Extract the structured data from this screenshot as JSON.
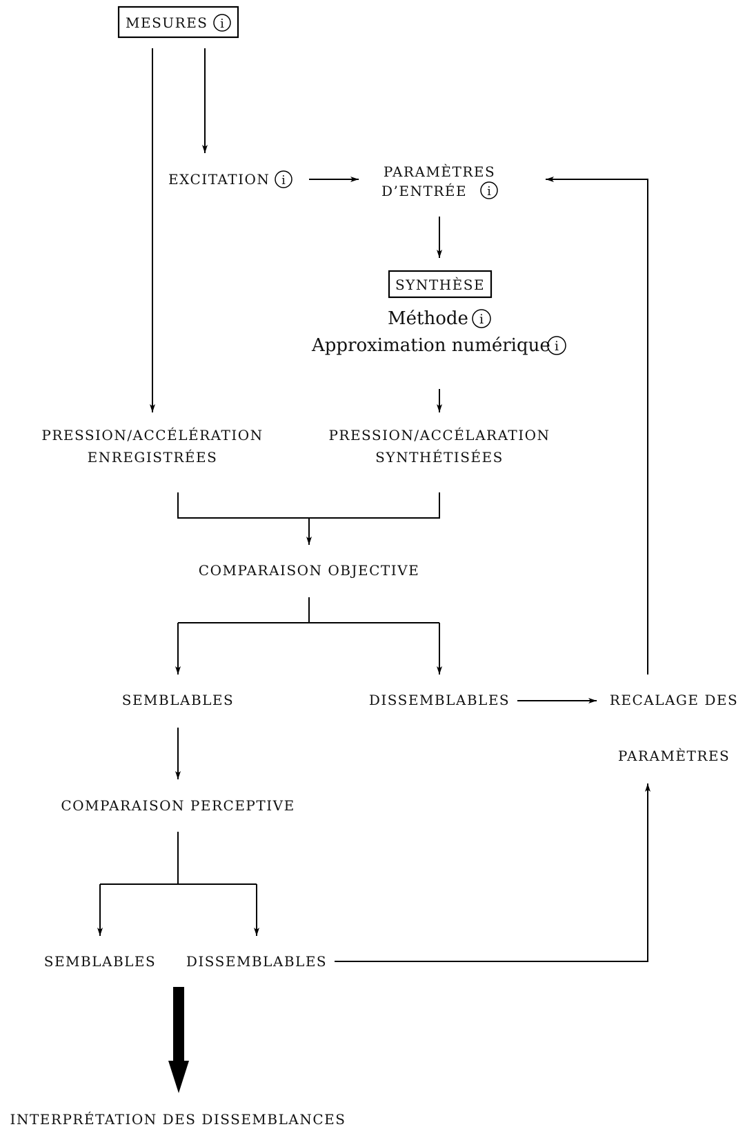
{
  "diagram": {
    "mesures": "MESURES",
    "excitation": "EXCITATION",
    "parametres_entree_line1": "PARAMÈTRES",
    "parametres_entree_line2": "D’ENTRÉE",
    "synthese": "SYNTHÈSE",
    "methode": "Méthode",
    "approximation": "Approximation numérique",
    "pression_enregistrees_line1": "PRESSION/ACCÉLÉRATION",
    "pression_enregistrees_line2": "ENREGISTRÉES",
    "pression_synthetisees_line1": "PRESSION/ACCÉLARATION",
    "pression_synthetisees_line2": "SYNTHÉTISÉES",
    "comparaison_objective": "COMPARAISON OBJECTIVE",
    "semblables_objective": "SEMBLABLES",
    "dissemblables_objective": "DISSEMBLABLES",
    "recalage_line1": "RECALAGE DES",
    "recalage_line2": "PARAMÈTRES",
    "comparaison_perceptive": "COMPARAISON PERCEPTIVE",
    "semblables_perceptive": "SEMBLABLES",
    "dissemblables_perceptive": "DISSEMBLABLES",
    "interpretation": "INTERPRÉTATION DES DISSEMBLANCES",
    "info_marker": "i"
  }
}
